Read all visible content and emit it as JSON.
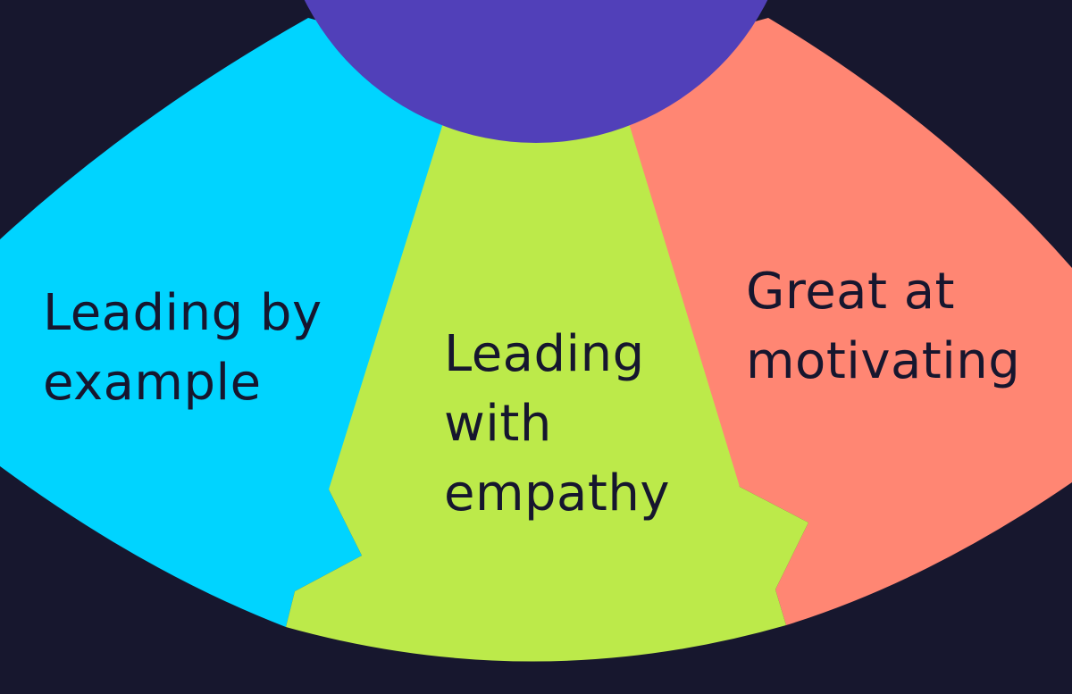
{
  "colors": {
    "background": "#17172e",
    "hub": "#5140b9",
    "left_segment": "#00d4ff",
    "center_segment": "#bcea4a",
    "right_segment": "#ff8673",
    "text": "#16162e"
  },
  "segments": [
    {
      "id": "left",
      "label": "Leading by\nexample"
    },
    {
      "id": "center",
      "label": "Leading\nwith\nempathy"
    },
    {
      "id": "right",
      "label": "Great at\nmotivating"
    }
  ]
}
